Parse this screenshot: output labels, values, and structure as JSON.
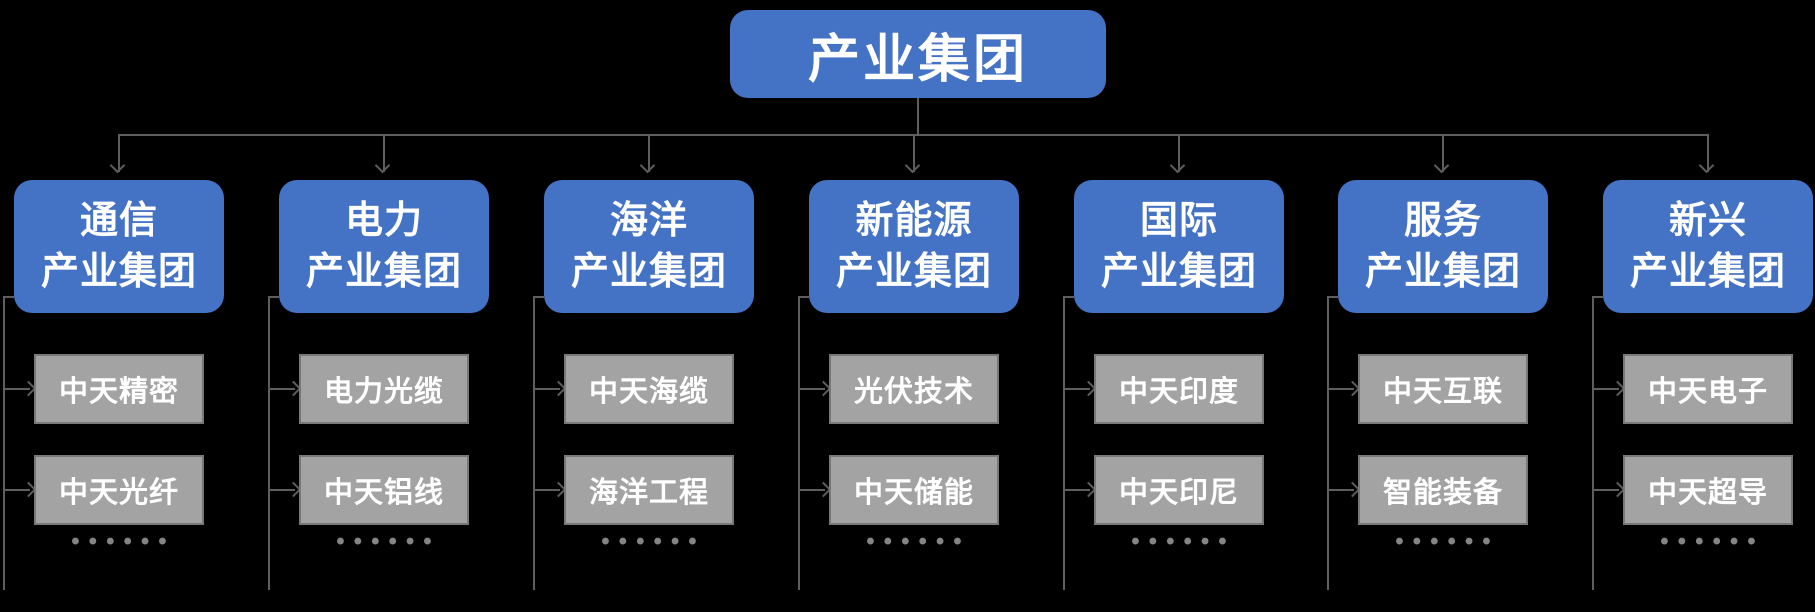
{
  "root": {
    "label": "产业集团"
  },
  "ellipsis": "••••••",
  "colors": {
    "background": "#000000",
    "node_blue": "#4472C4",
    "child_fill": "#A3A3A3",
    "child_border": "#787878",
    "connector_line": "#5e5e5e",
    "text": "#ffffff"
  },
  "branches": [
    {
      "line1": "通信",
      "line2": "产业集团",
      "children": [
        "中天精密",
        "中天光纤"
      ]
    },
    {
      "line1": "电力",
      "line2": "产业集团",
      "children": [
        "电力光缆",
        "中天铝线"
      ]
    },
    {
      "line1": "海洋",
      "line2": "产业集团",
      "children": [
        "中天海缆",
        "海洋工程"
      ]
    },
    {
      "line1": "新能源",
      "line2": "产业集团",
      "children": [
        "光伏技术",
        "中天储能"
      ]
    },
    {
      "line1": "国际",
      "line2": "产业集团",
      "children": [
        "中天印度",
        "中天印尼"
      ]
    },
    {
      "line1": "服务",
      "line2": "产业集团",
      "children": [
        "中天互联",
        "智能装备"
      ]
    },
    {
      "line1": "新兴",
      "line2": "产业集团",
      "children": [
        "中天电子",
        "中天超导"
      ]
    }
  ]
}
